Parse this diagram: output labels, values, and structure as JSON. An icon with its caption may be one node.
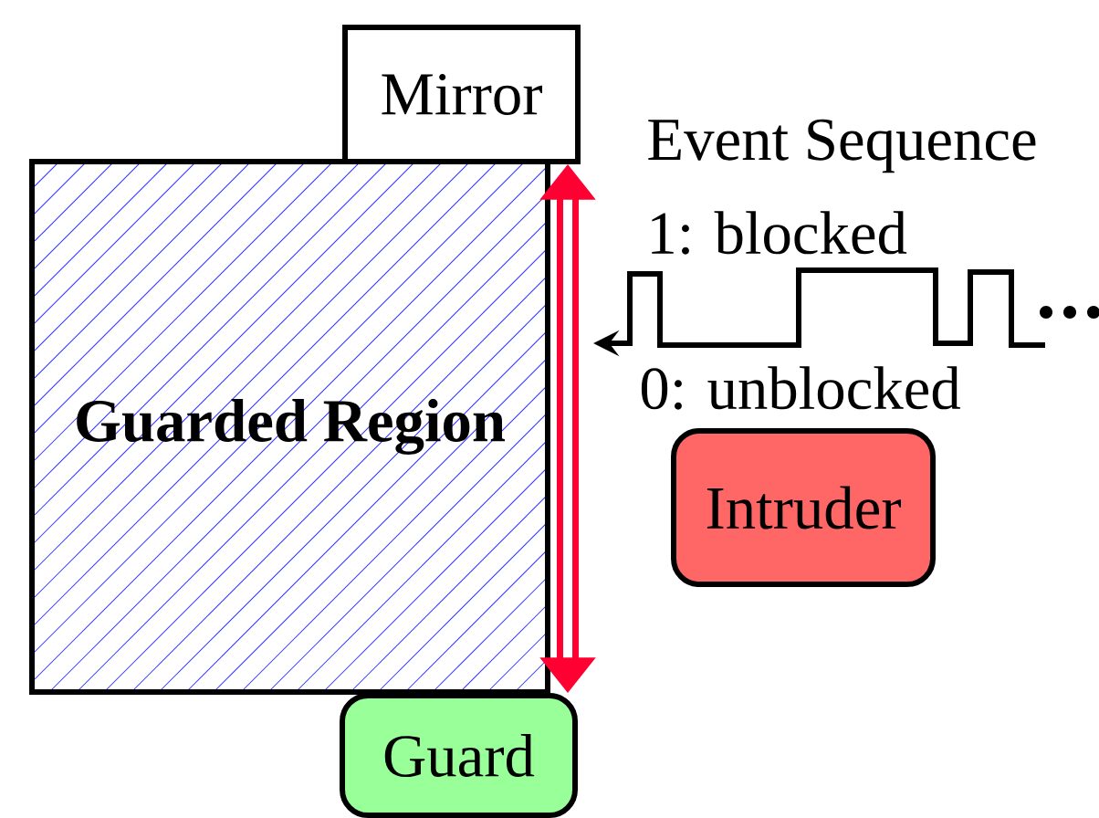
{
  "diagram": {
    "nodes": [
      {
        "text": [
          "Mirror"
        ]
      },
      {
        "text": [
          "Guarded Region"
        ]
      },
      {
        "text": [
          "Guard"
        ]
      },
      {
        "text": [
          "Intruder"
        ]
      }
    ],
    "edges": [
      {
        "from": 2,
        "to": 0,
        "arrow": "both",
        "color": "#ff0033"
      }
    ],
    "labels": [
      "Event Sequence",
      "1: blocked",
      "0: unblocked"
    ]
  }
}
